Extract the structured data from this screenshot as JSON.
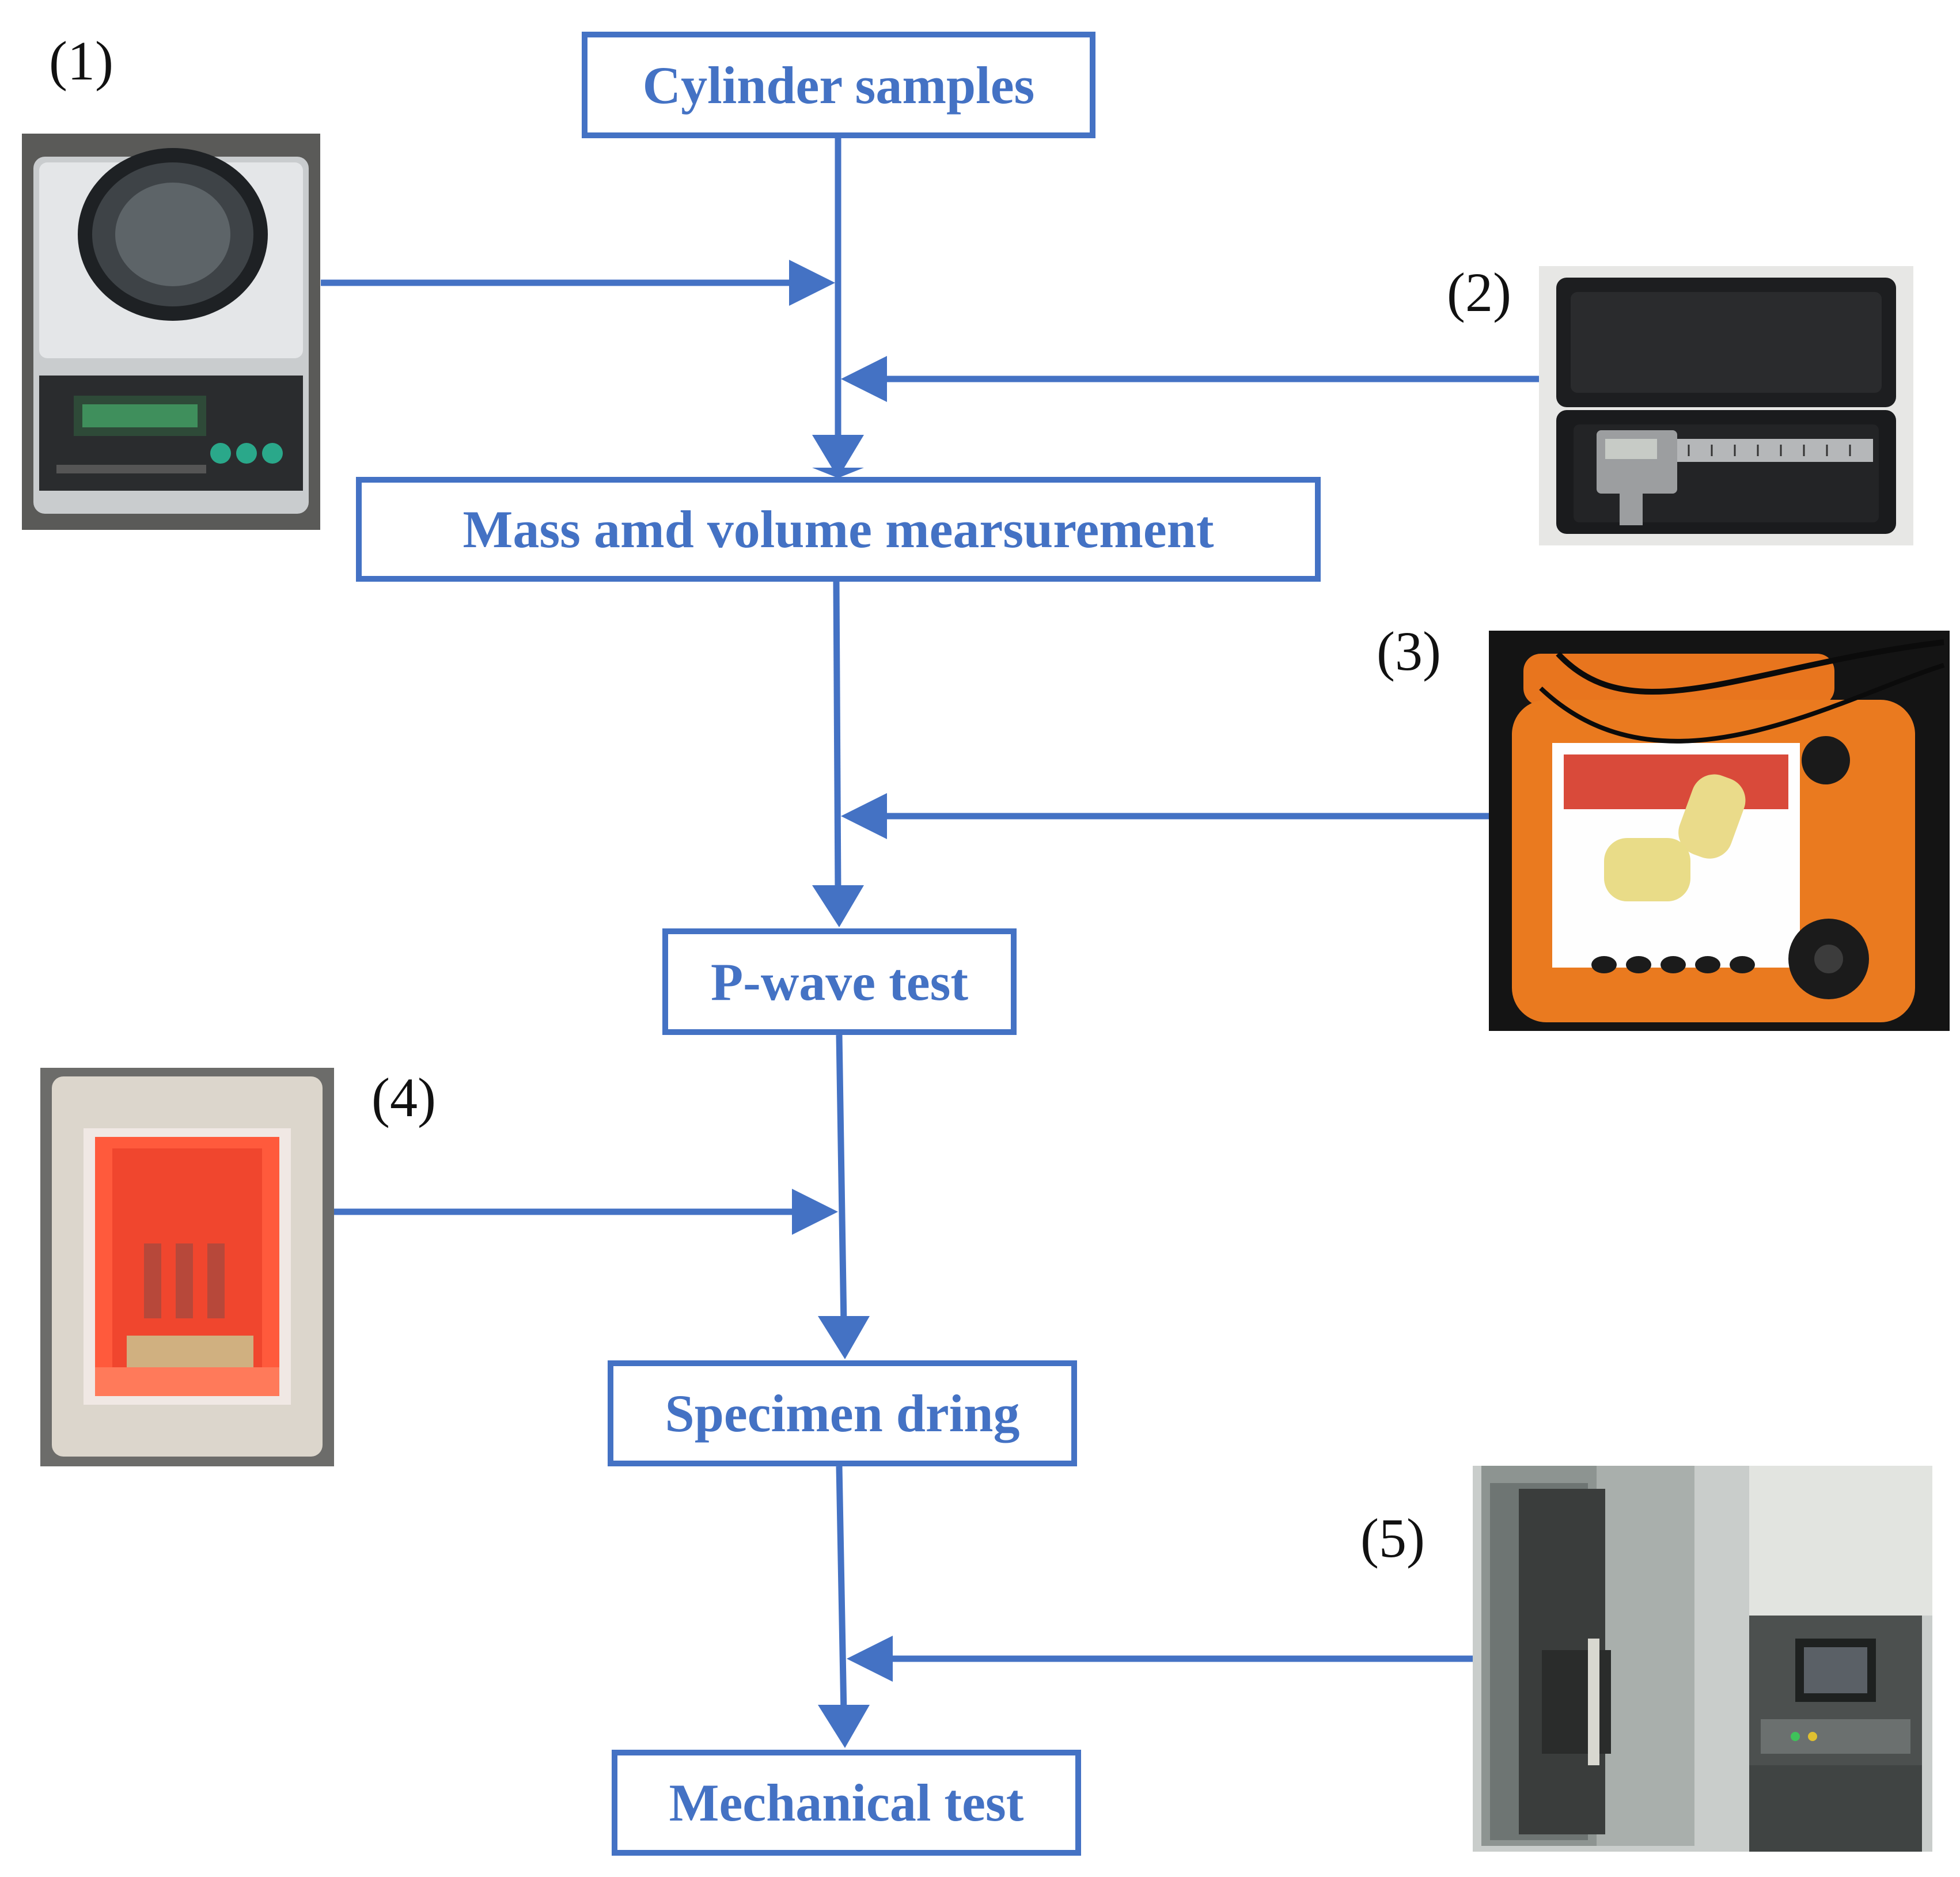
{
  "steps": {
    "cylinder": "Cylinder samples",
    "mass": "Mass amd volume mearsurement",
    "pwave": "P-wave test",
    "drying": "Specimen dring",
    "mechanical": "Mechanical test"
  },
  "labels": {
    "n1": "(1)",
    "n2": "(2)",
    "n3": "(3)",
    "n4": "(4)",
    "n5": "(5)"
  },
  "icons": {
    "balance": "electronic-balance-photo",
    "caliper": "vernier-caliper-photo",
    "pwave": "ultrasonic-tester-photo",
    "furnace": "drying-furnace-photo",
    "machine": "testing-machine-photo"
  },
  "colors": {
    "accent": "#4472C4"
  }
}
